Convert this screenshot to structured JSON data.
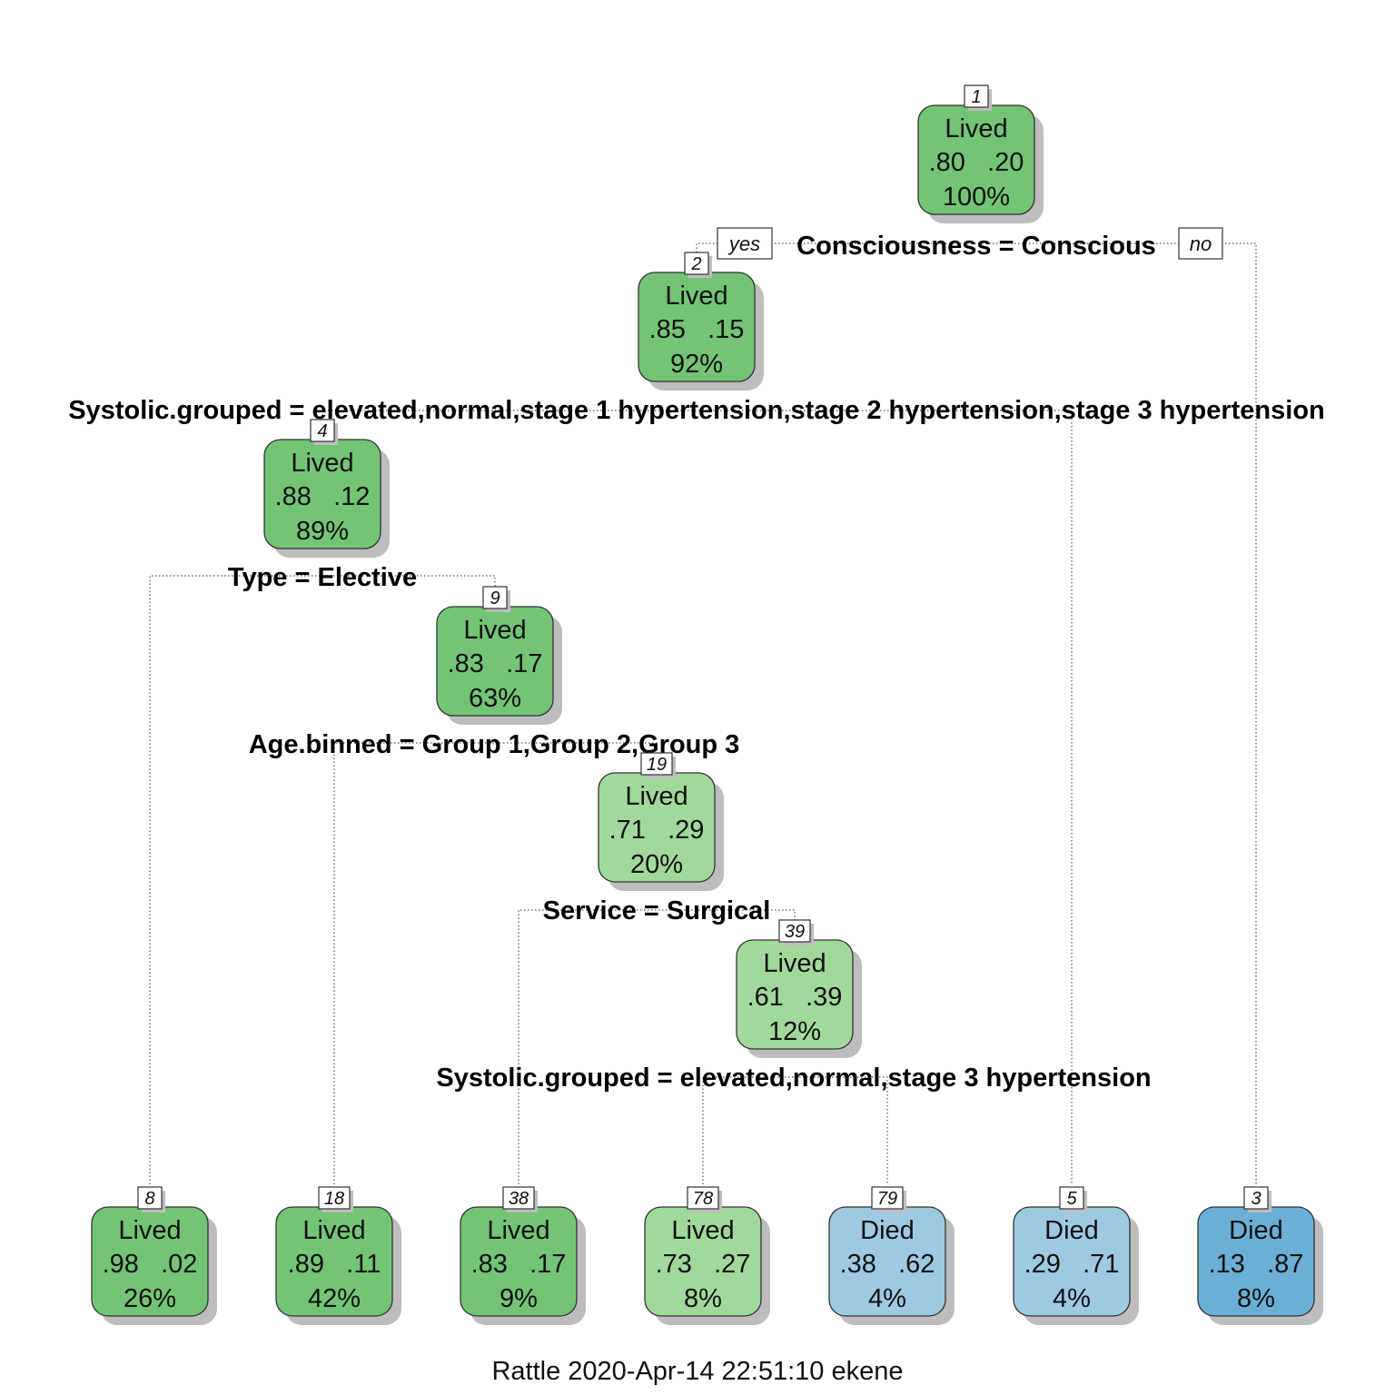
{
  "footer": "Rattle 2020-Apr-14 22:51:10 ekene",
  "branch_labels": {
    "yes": "yes",
    "no": "no"
  },
  "colors": {
    "lived_strong": "#74c476",
    "lived_light": "#a1d99b",
    "died_light": "#9ecae1",
    "died_strong": "#6baed6",
    "node_border": "#333333",
    "shadow": "#bdbdbd"
  },
  "nodes": [
    {
      "id": "1",
      "label": "Lived",
      "probs": ".80   .20",
      "pct": "100%",
      "fill": "lived_strong"
    },
    {
      "id": "2",
      "label": "Lived",
      "probs": ".85   .15",
      "pct": "92%",
      "fill": "lived_strong"
    },
    {
      "id": "4",
      "label": "Lived",
      "probs": ".88   .12",
      "pct": "89%",
      "fill": "lived_strong"
    },
    {
      "id": "9",
      "label": "Lived",
      "probs": ".83   .17",
      "pct": "63%",
      "fill": "lived_strong"
    },
    {
      "id": "19",
      "label": "Lived",
      "probs": ".71   .29",
      "pct": "20%",
      "fill": "lived_light"
    },
    {
      "id": "39",
      "label": "Lived",
      "probs": ".61   .39",
      "pct": "12%",
      "fill": "lived_light"
    },
    {
      "id": "8",
      "label": "Lived",
      "probs": ".98   .02",
      "pct": "26%",
      "fill": "lived_strong"
    },
    {
      "id": "18",
      "label": "Lived",
      "probs": ".89   .11",
      "pct": "42%",
      "fill": "lived_strong"
    },
    {
      "id": "38",
      "label": "Lived",
      "probs": ".83   .17",
      "pct": "9%",
      "fill": "lived_strong"
    },
    {
      "id": "78",
      "label": "Lived",
      "probs": ".73   .27",
      "pct": "8%",
      "fill": "lived_light"
    },
    {
      "id": "79",
      "label": "Died",
      "probs": ".38   .62",
      "pct": "4%",
      "fill": "died_light"
    },
    {
      "id": "5",
      "label": "Died",
      "probs": ".29   .71",
      "pct": "4%",
      "fill": "died_light"
    },
    {
      "id": "3",
      "label": "Died",
      "probs": ".13   .87",
      "pct": "8%",
      "fill": "died_strong"
    }
  ],
  "splits": [
    {
      "node": "1",
      "text": "Consciousness = Conscious"
    },
    {
      "node": "2",
      "text": "Systolic.grouped = elevated,normal,stage 1 hypertension,stage 2 hypertension,stage 3 hypertension"
    },
    {
      "node": "4",
      "text": "Type = Elective"
    },
    {
      "node": "9",
      "text": "Age.binned = Group 1,Group 2,Group 3"
    },
    {
      "node": "19",
      "text": "Service = Surgical"
    },
    {
      "node": "39",
      "text": "Systolic.grouped = elevated,normal,stage 3 hypertension"
    }
  ]
}
